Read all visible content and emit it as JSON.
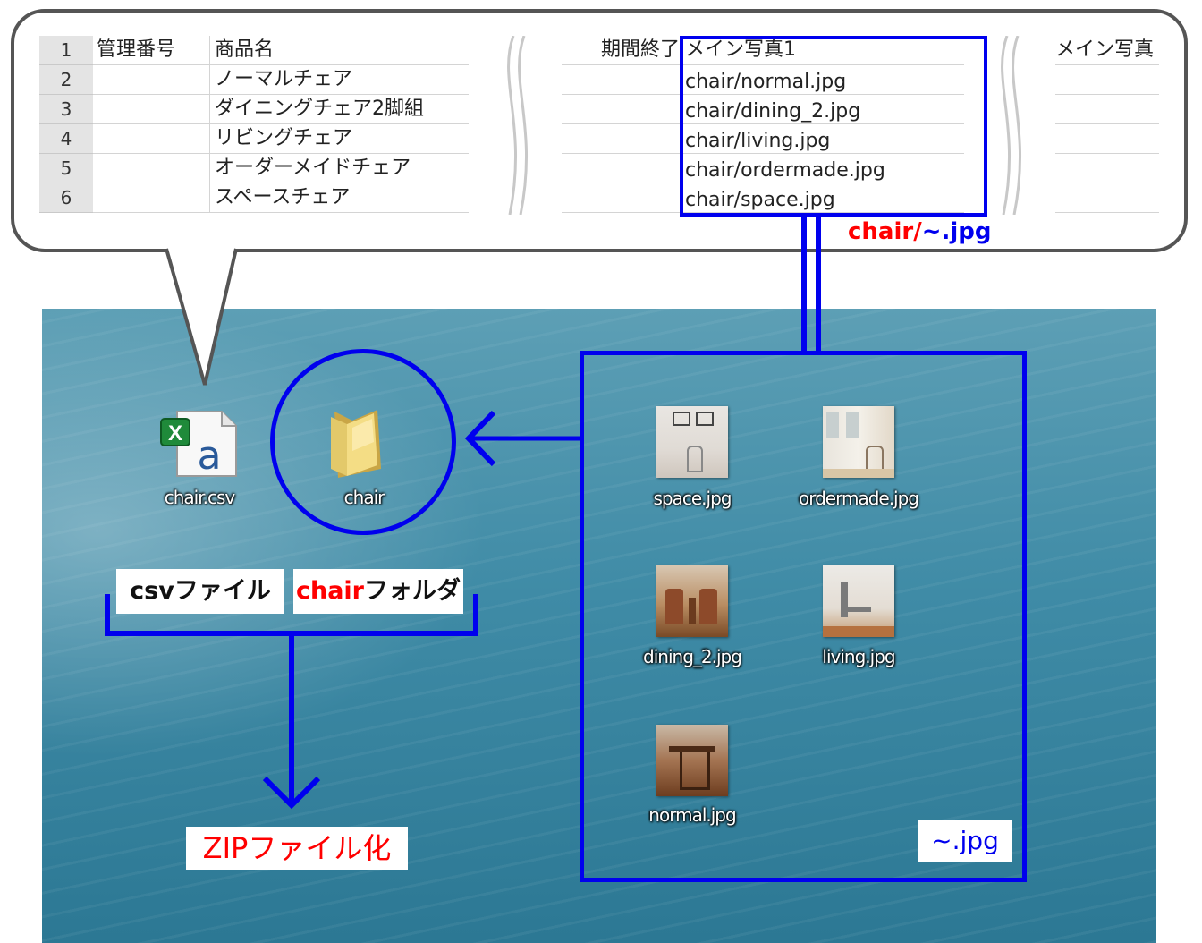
{
  "spreadsheet": {
    "row_numbers": [
      "1",
      "2",
      "3",
      "4",
      "5",
      "6"
    ],
    "headers": {
      "management_no": "管理番号",
      "product_name": "商品名",
      "period_end": "期間終了",
      "main_photo_1": "メイン写真1",
      "main_photo_2": "メイン写真"
    },
    "product_names": [
      "ノーマルチェア",
      "ダイニングチェア2脚組",
      "リビングチェア",
      "オーダーメイドチェア",
      "スペースチェア"
    ],
    "main_photos": [
      "chair/normal.jpg",
      "chair/dining_2.jpg",
      "chair/living.jpg",
      "chair/ordermade.jpg",
      "chair/space.jpg"
    ]
  },
  "annotations": {
    "path_pattern_prefix": "chair/",
    "path_pattern_suffix": "~.jpg",
    "jpg_pattern": "~.jpg",
    "csv_tag": "csvファイル",
    "folder_tag_prefix": "chair",
    "folder_tag_suffix": "フォルダ",
    "zip_label": "ZIPファイル化"
  },
  "desktop": {
    "csv_icon_label": "chair.csv",
    "folder_icon_label": "chair",
    "images": [
      {
        "label": "space.jpg"
      },
      {
        "label": "ordermade.jpg"
      },
      {
        "label": "dining_2.jpg"
      },
      {
        "label": "living.jpg"
      },
      {
        "label": "normal.jpg"
      }
    ]
  },
  "colors": {
    "highlight_blue": "#0000ee",
    "accent_red": "#ff0000",
    "desktop_teal": "#3f8ba6"
  }
}
